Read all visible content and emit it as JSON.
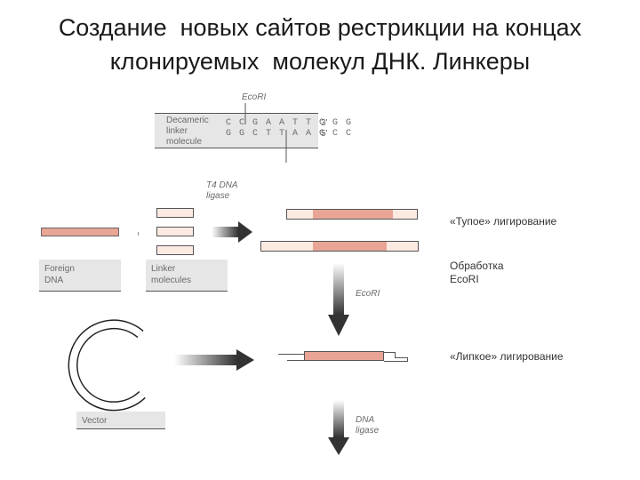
{
  "title": {
    "line1": "Создание  новых сайтов рестрикции на концах",
    "line2": "клонируемых  молекул ДНК. Линкеры"
  },
  "linker": {
    "site_label": "EcoRI",
    "label_lines": [
      "Decameric",
      "linker",
      "molecule"
    ],
    "top_strand": "C C G A A T T C G G",
    "top_end": "3'",
    "bottom_strand": "G G C T T A A G C C",
    "bottom_end": "5'"
  },
  "enzymes": {
    "ligase_1": [
      "T4 DNA",
      "ligase"
    ],
    "ecori": "EcoRI",
    "ligase_2": [
      "DNA",
      "ligase"
    ]
  },
  "labels": {
    "foreign_dna": [
      "Foreign",
      "DNA"
    ],
    "linker_molecules": [
      "Linker",
      "molecules"
    ],
    "vector": "Vector"
  },
  "notes": {
    "blunt": "«Тупое» лигирование",
    "treatment": [
      "Обработка",
      "EcoRI"
    ],
    "sticky": "«Липкое» лигирование"
  },
  "colors": {
    "insert": "#e8a595",
    "linker": "#fbe9e2",
    "label_shade": "#e6e6e6",
    "arrow": "#333333"
  }
}
